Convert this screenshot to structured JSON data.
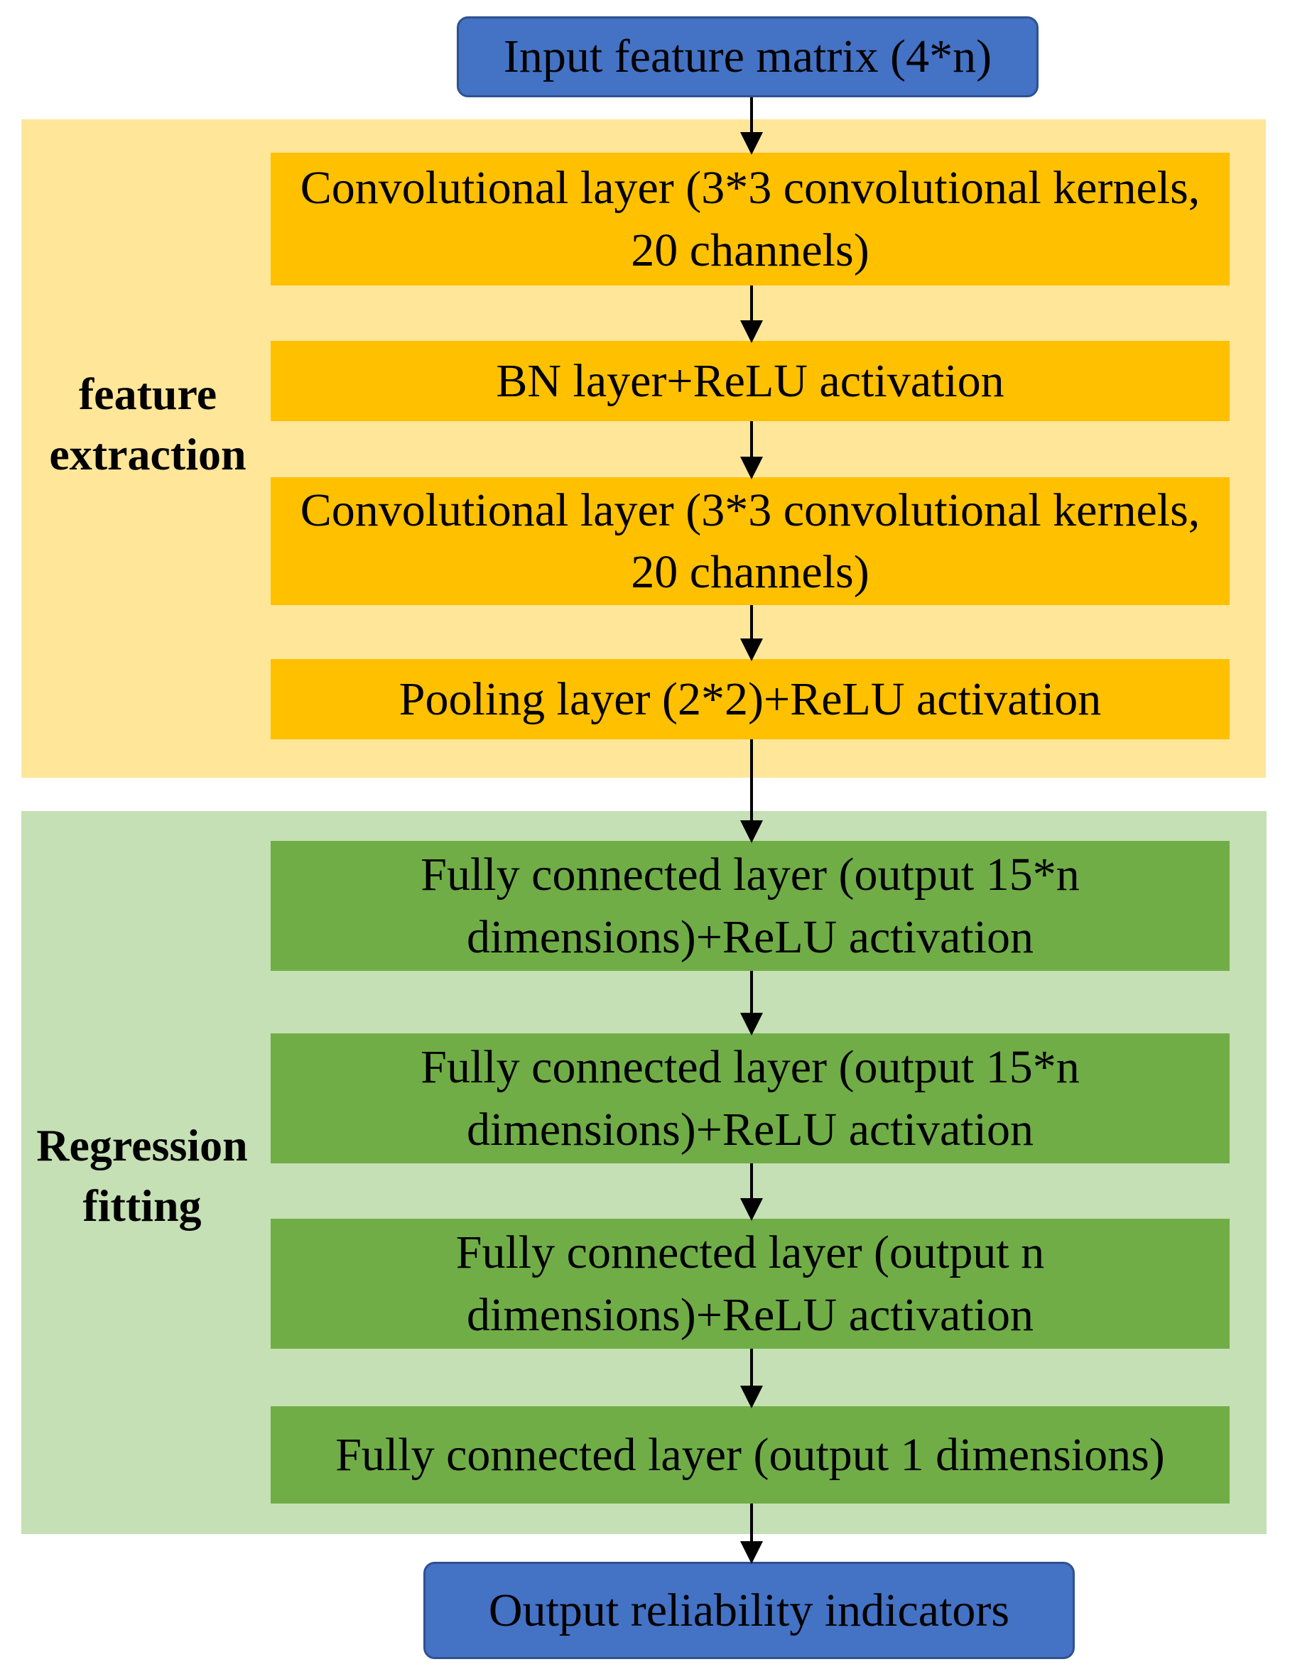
{
  "nodes": {
    "input": "Input feature matrix (4*n)",
    "conv1": "Convolutional layer (3*3 convolutional kernels, 20 channels)",
    "bn_relu": "BN layer+ReLU activation",
    "conv2": "Convolutional layer (3*3 convolutional kernels, 20 channels)",
    "pool_relu": "Pooling layer (2*2)+ReLU activation",
    "fc1": "Fully connected layer (output 15*n dimensions)+ReLU activation",
    "fc2": "Fully connected layer (output 15*n dimensions)+ReLU activation",
    "fc3": "Fully connected layer (output n dimensions)+ReLU activation",
    "fc4": "Fully connected layer (output 1 dimensions)",
    "output": "Output reliability indicators"
  },
  "groups": {
    "feature": "feature extraction",
    "regression": "Regression fitting"
  },
  "colors": {
    "terminal_fill": "#4472c4",
    "feature_panel": "#ffe699",
    "feature_box": "#ffc000",
    "regression_panel": "#c5e0b4",
    "regression_box": "#70ad47",
    "arrow": "#000000"
  },
  "edges": [
    [
      "input",
      "conv1"
    ],
    [
      "conv1",
      "bn_relu"
    ],
    [
      "bn_relu",
      "conv2"
    ],
    [
      "conv2",
      "pool_relu"
    ],
    [
      "pool_relu",
      "fc1"
    ],
    [
      "fc1",
      "fc2"
    ],
    [
      "fc2",
      "fc3"
    ],
    [
      "fc3",
      "fc4"
    ],
    [
      "fc4",
      "output"
    ]
  ]
}
